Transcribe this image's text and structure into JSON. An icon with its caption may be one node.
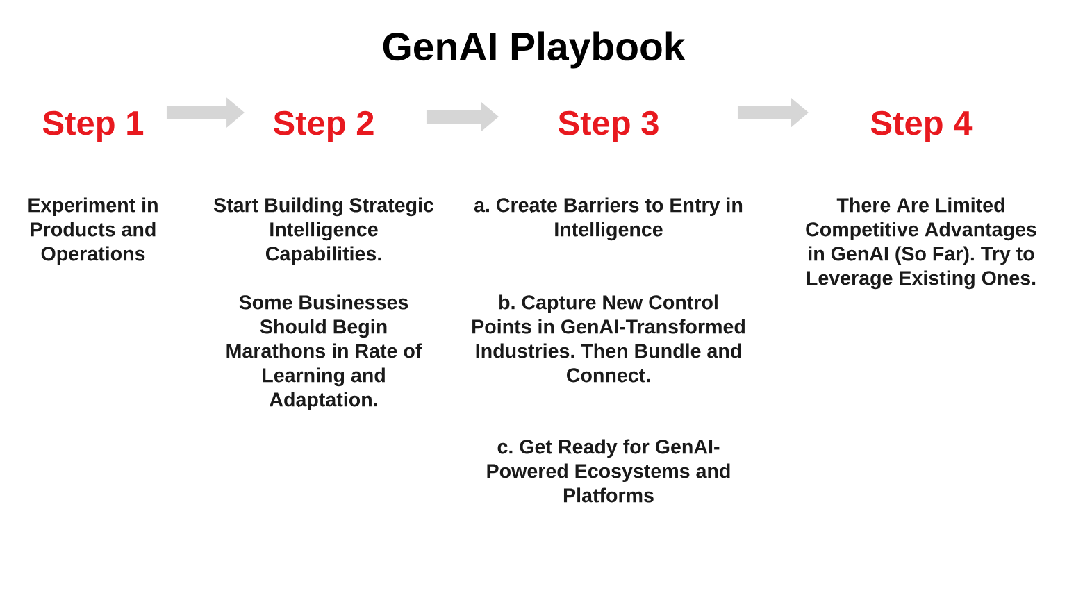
{
  "diagram": {
    "title": "GenAI Playbook",
    "nodes": [
      {
        "text": [
          "Step 1"
        ],
        "beside": [
          "Experiment in Products and Operations"
        ]
      },
      {
        "text": [
          "Step 2"
        ],
        "beside": [
          "Start Building Strategic Intelligence Capabilities.",
          "Some Businesses Should Begin Marathons in Rate of Learning and Adaptation."
        ]
      },
      {
        "text": [
          "Step 3"
        ],
        "beside": [
          "a. Create Barriers to Entry in Intelligence",
          "b. Capture New Control Points in GenAI-Transformed Industries. Then Bundle and Connect.",
          "c. Get Ready for GenAI-Powered Ecosystems and Platforms"
        ]
      },
      {
        "text": [
          "Step 4"
        ],
        "beside": [
          "There Are Limited Competitive Advantages in GenAI (So Far). Try to Leverage Existing Ones."
        ]
      }
    ],
    "edges": [
      {
        "from": 0,
        "to": 1,
        "arrow": "to"
      },
      {
        "from": 1,
        "to": 2,
        "arrow": "to"
      },
      {
        "from": 2,
        "to": 3,
        "arrow": "to"
      }
    ]
  }
}
